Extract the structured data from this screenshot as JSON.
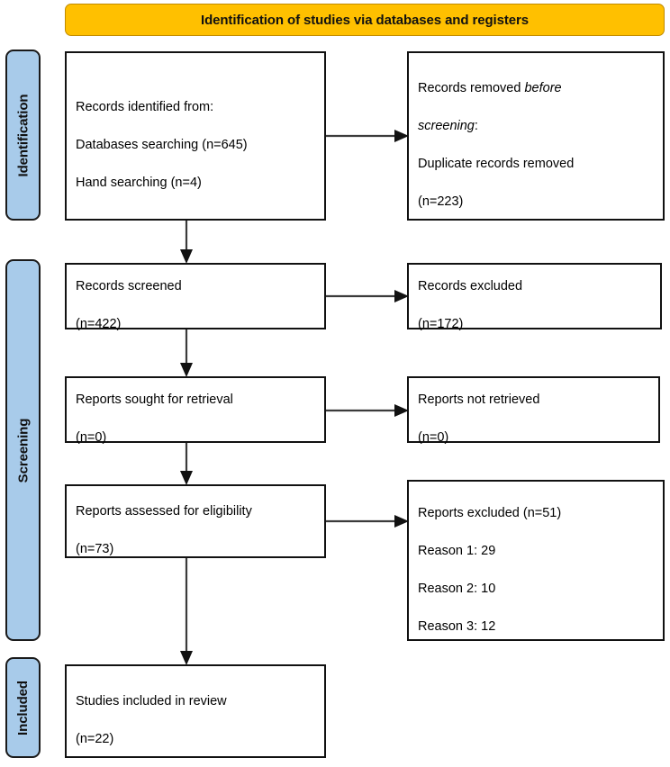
{
  "banner": {
    "title": "Identification of studies via databases and registers"
  },
  "colors": {
    "banner_fill": "#FFC000",
    "stage_fill": "#A8CBEA",
    "box_border": "#111111",
    "arrow": "#3b3b3b",
    "page_background": "#FFFFFF"
  },
  "stages": [
    {
      "id": "identification",
      "label": "Identification"
    },
    {
      "id": "screening",
      "label": "Screening"
    },
    {
      "id": "included",
      "label": "Included"
    }
  ],
  "boxes": {
    "identified": {
      "line1": "Records identified from:",
      "line2": "Databases searching (n=645)",
      "line3": "Hand searching (n=4)"
    },
    "removed": {
      "line1_prefix": "Records removed ",
      "line1_italic": "before",
      "line2_italic": "screening",
      "line2_suffix": ":",
      "line3": "Duplicate records removed",
      "line4": "(n=223)"
    },
    "screened": {
      "line1": "Records screened",
      "line2": "(n=422)"
    },
    "excluded_records": {
      "line1": "Records excluded",
      "line2": "(n=172)"
    },
    "sought": {
      "line1": "Reports sought for retrieval",
      "line2": "(n=0)"
    },
    "not_retrieved": {
      "line1": "Reports not retrieved",
      "line2": "(n=0)"
    },
    "assessed": {
      "line1": "Reports assessed for eligibility",
      "line2": "(n=73)"
    },
    "excluded_reports": {
      "line1": "Reports excluded (n=51)",
      "line2": "Reason 1: 29",
      "line3": "Reason 2: 10",
      "line4": "Reason 3: 12"
    },
    "included": {
      "line1": "Studies included in review",
      "line2": "(n=22)"
    }
  },
  "counts": {
    "databases_searching": 645,
    "hand_searching": 4,
    "duplicates_removed": 223,
    "records_screened": 422,
    "records_excluded": 172,
    "reports_sought": 0,
    "reports_not_retrieved": 0,
    "reports_assessed": 73,
    "reports_excluded_total": 51,
    "reason_1": 29,
    "reason_2": 10,
    "reason_3": 12,
    "studies_included": 22
  }
}
